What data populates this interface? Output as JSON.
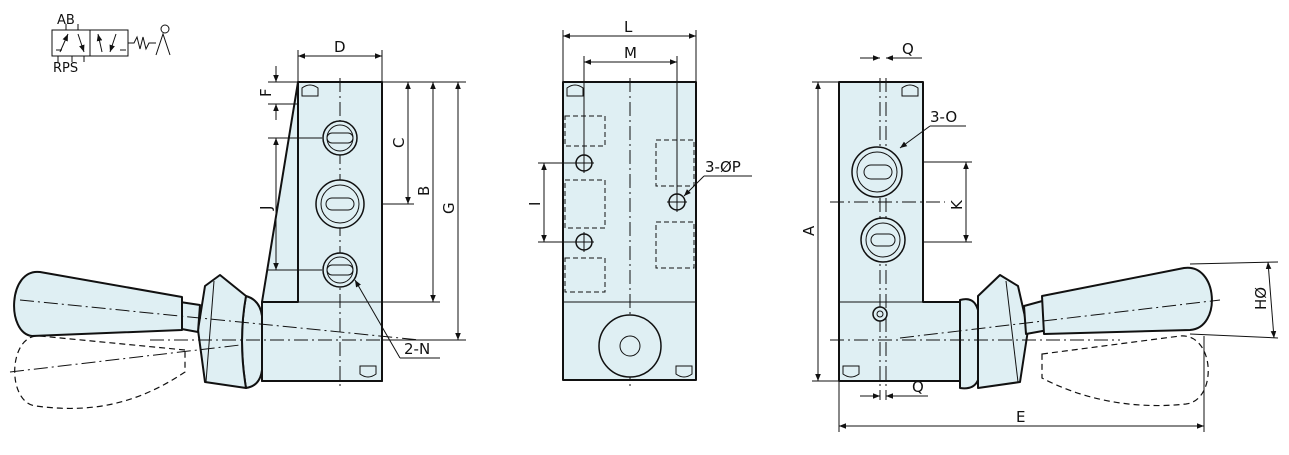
{
  "symbol": {
    "top_label": "AB",
    "bottom_label": "RPS"
  },
  "front_view": {
    "labels": {
      "D": "D",
      "F": "F",
      "C": "C",
      "J": "J",
      "B": "B",
      "G": "G",
      "N": "2-N"
    }
  },
  "side_view": {
    "labels": {
      "L": "L",
      "M": "M",
      "I": "I",
      "P": "3-ØP"
    }
  },
  "rear_view": {
    "labels": {
      "Q_top": "Q",
      "Q_bottom": "Q",
      "O": "3-O",
      "K": "K",
      "A": "A",
      "H": "HØ",
      "E": "E"
    }
  },
  "colors": {
    "body_fill": "#dfeff3",
    "line": "#111111"
  }
}
